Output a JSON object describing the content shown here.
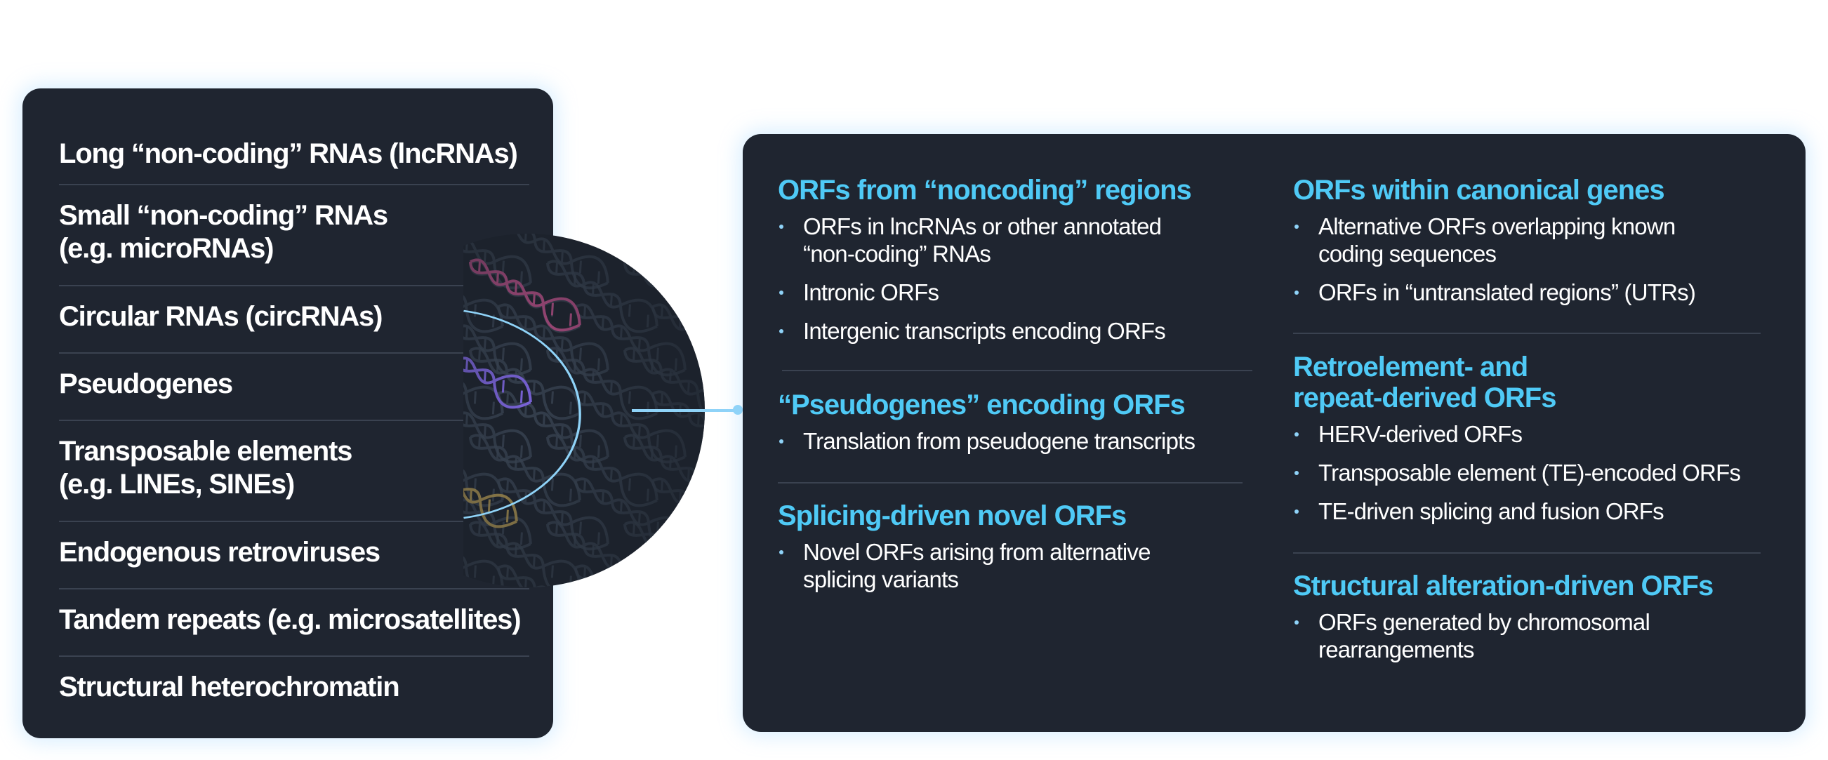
{
  "sources": {
    "items": [
      "Long “non-coding” RNAs (lncRNAs)",
      "Small “non-coding” RNAs\n(e.g. microRNAs)",
      "Circular RNAs (circRNAs)",
      "Pseudogenes",
      "Transposable elements\n(e.g. LINEs, SINEs)",
      "Endogenous retroviruses",
      "Tandem repeats (e.g. microsatellites)",
      "Structural heterochromatin"
    ]
  },
  "illustration": {
    "icon": "dna-helix-pattern-icon",
    "helix_colors": [
      "#b94f87",
      "#7a63d8",
      "#b59a52",
      "#3b4654"
    ]
  },
  "categories": {
    "left": [
      {
        "title": "ORFs from “noncoding” regions",
        "bullets": [
          "ORFs in lncRNAs or other annotated “non-coding” RNAs",
          "Intronic ORFs",
          "Intergenic transcripts encoding ORFs"
        ]
      },
      {
        "title": "“Pseudogenes” encoding ORFs",
        "bullets": [
          "Translation from pseudogene transcripts"
        ]
      },
      {
        "title": "Splicing-driven novel ORFs",
        "bullets": [
          "Novel ORFs arising from alternative splicing variants"
        ]
      }
    ],
    "right": [
      {
        "title": "ORFs within canonical genes",
        "bullets": [
          "Alternative ORFs overlapping known coding sequences",
          "ORFs in “untranslated regions” (UTRs)"
        ]
      },
      {
        "title": "Retroelement- and\nrepeat-derived ORFs",
        "bullets": [
          "HERV-derived ORFs",
          "Transposable element (TE)-encoded ORFs",
          "TE-driven splicing and fusion ORFs"
        ]
      },
      {
        "title": "Structural alteration-driven ORFs",
        "bullets": [
          "ORFs generated by chromosomal rearrangements"
        ]
      }
    ]
  },
  "colors": {
    "panel_bg": "#1f2530",
    "accent": "#4fcaf6",
    "connector": "#8fd3f8",
    "divider": "#3a4250",
    "text": "#ffffff"
  }
}
